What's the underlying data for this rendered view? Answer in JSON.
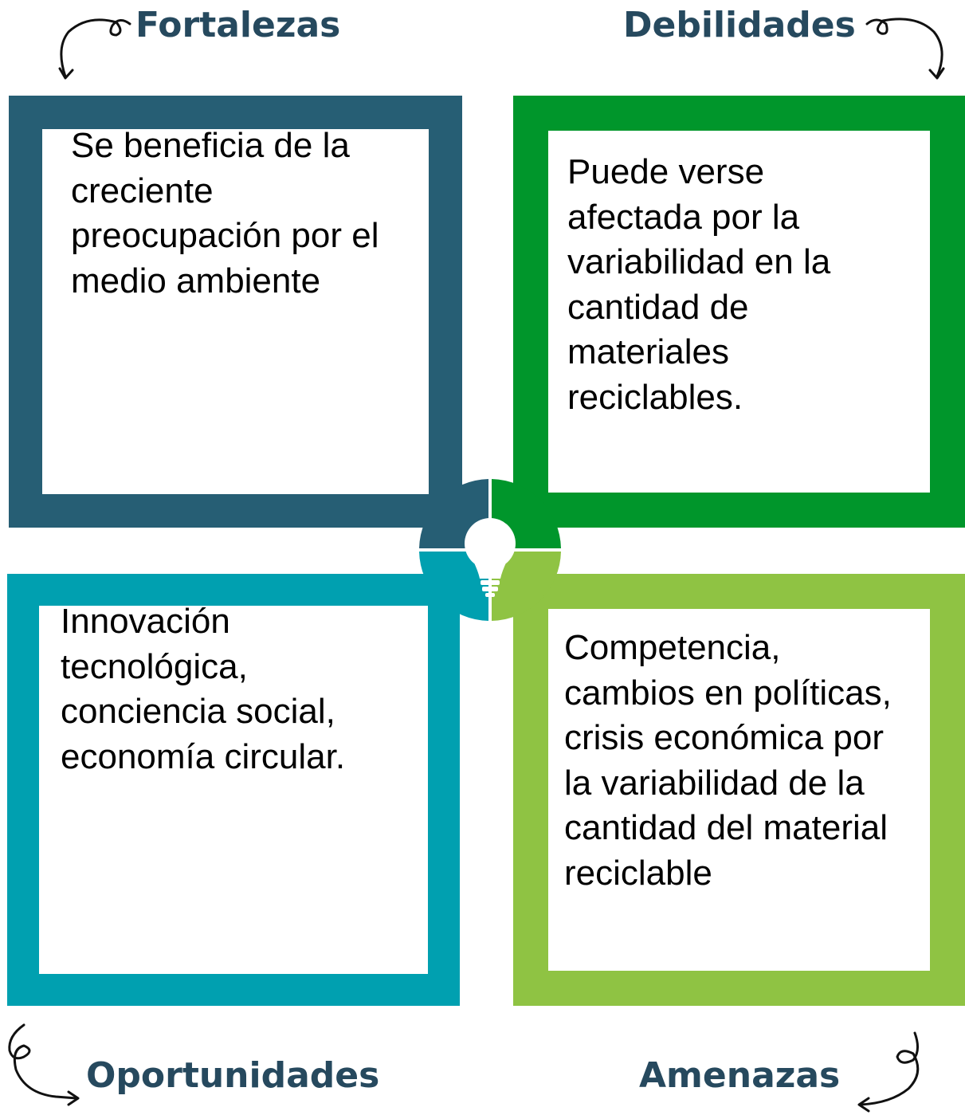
{
  "quadrants": {
    "fortalezas": {
      "title": "Fortalezas",
      "text": "Se beneficia de la creciente preocupación por el medio ambiente",
      "color": "#265e74"
    },
    "debilidades": {
      "title": "Debilidades",
      "text": "Puede verse afectada por la variabilidad en la cantidad de materiales reciclables.",
      "color": "#00962b"
    },
    "oportunidades": {
      "title": "Oportunidades",
      "text": "Innovación tecnológica, conciencia social, economía circular.",
      "color": "#00a0b0"
    },
    "amenazas": {
      "title": "Amenazas",
      "text": "Competencia, cambios en políticas, crisis económica por la variabilidad de la cantidad del material reciclable",
      "color": "#8fc343"
    }
  },
  "heading_color": "#26495e",
  "center_icon": "lightbulb-icon",
  "decorations": [
    "curly-arrow-icon"
  ]
}
